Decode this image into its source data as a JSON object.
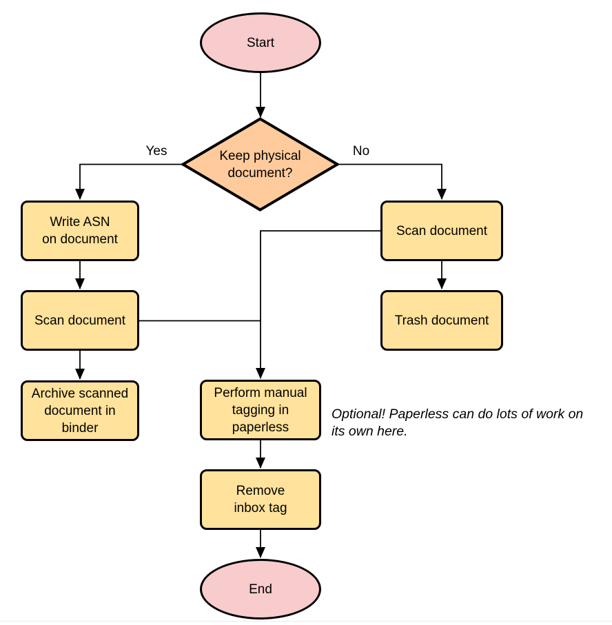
{
  "page": {
    "background": "#ffffff",
    "bottom_rule_color": "#ececec"
  },
  "diagram": {
    "colors": {
      "terminator_fill": "#F8CBCC",
      "decision_fill": "#FFCB9D",
      "process_fill": "#FFE29B",
      "stroke": "#000000"
    },
    "nodes": [
      {
        "id": "start",
        "type": "terminator",
        "label": "Start"
      },
      {
        "id": "decision",
        "type": "decision",
        "label": "Keep physical\ndocument?"
      },
      {
        "id": "write-asn",
        "type": "process",
        "label": "Write ASN\non document"
      },
      {
        "id": "scan-left",
        "type": "process",
        "label": "Scan document"
      },
      {
        "id": "archive",
        "type": "process",
        "label": "Archive scanned\ndocument in\nbinder"
      },
      {
        "id": "scan-right",
        "type": "process",
        "label": "Scan document"
      },
      {
        "id": "trash",
        "type": "process",
        "label": "Trash document"
      },
      {
        "id": "tagging",
        "type": "process",
        "label": "Perform manual\ntagging in\npaperless"
      },
      {
        "id": "remove-inbox",
        "type": "process",
        "label": "Remove\ninbox tag"
      },
      {
        "id": "end",
        "type": "terminator",
        "label": "End"
      }
    ],
    "edge_labels": {
      "yes": "Yes",
      "no": "No"
    },
    "annotation": "Optional! Paperless can do lots of work on\nits own here."
  }
}
